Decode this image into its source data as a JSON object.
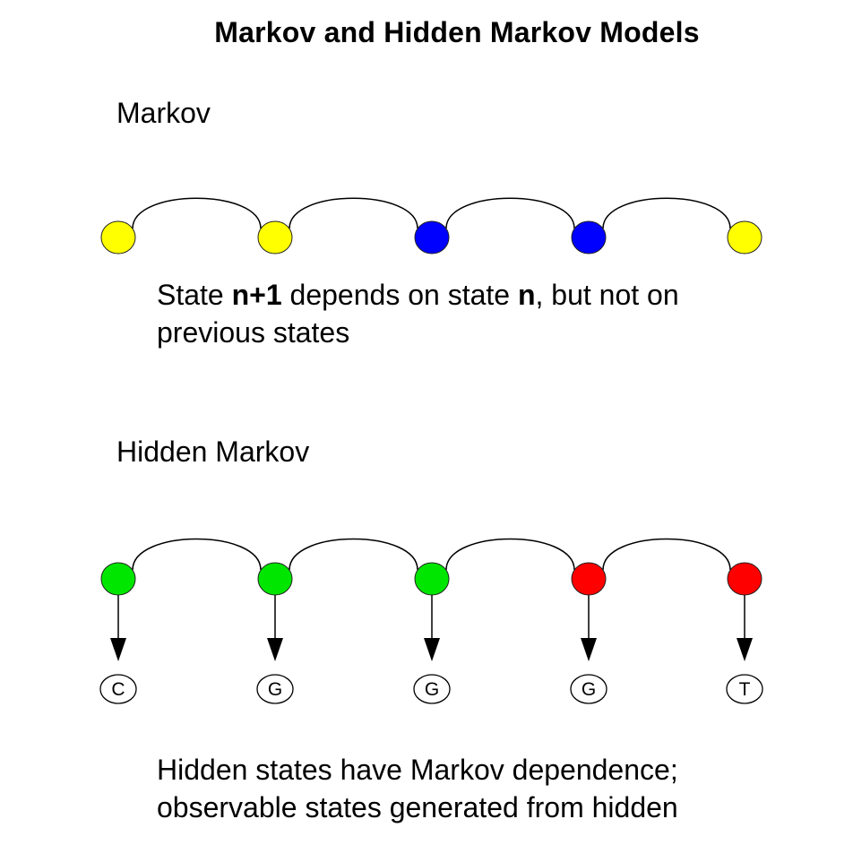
{
  "title": "Markov and Hidden Markov Models",
  "markov": {
    "heading": "Markov",
    "states": [
      {
        "color": "#ffff00"
      },
      {
        "color": "#ffff00"
      },
      {
        "color": "#0000ff"
      },
      {
        "color": "#0000ff"
      },
      {
        "color": "#ffff00"
      }
    ],
    "caption": {
      "part1": "State ",
      "bold1": "n+1",
      "part2": " depends on state ",
      "bold2": "n",
      "part3": ", but not on",
      "line2": "previous states"
    }
  },
  "hidden_markov": {
    "heading": "Hidden Markov",
    "hidden_states": [
      {
        "color": "#00e600"
      },
      {
        "color": "#00e600"
      },
      {
        "color": "#00e600"
      },
      {
        "color": "#ff0000"
      },
      {
        "color": "#ff0000"
      }
    ],
    "observations": [
      "C",
      "G",
      "G",
      "G",
      "T"
    ],
    "caption": {
      "line1": "Hidden states have Markov dependence;",
      "line2": "observable states generated from hidden"
    }
  }
}
